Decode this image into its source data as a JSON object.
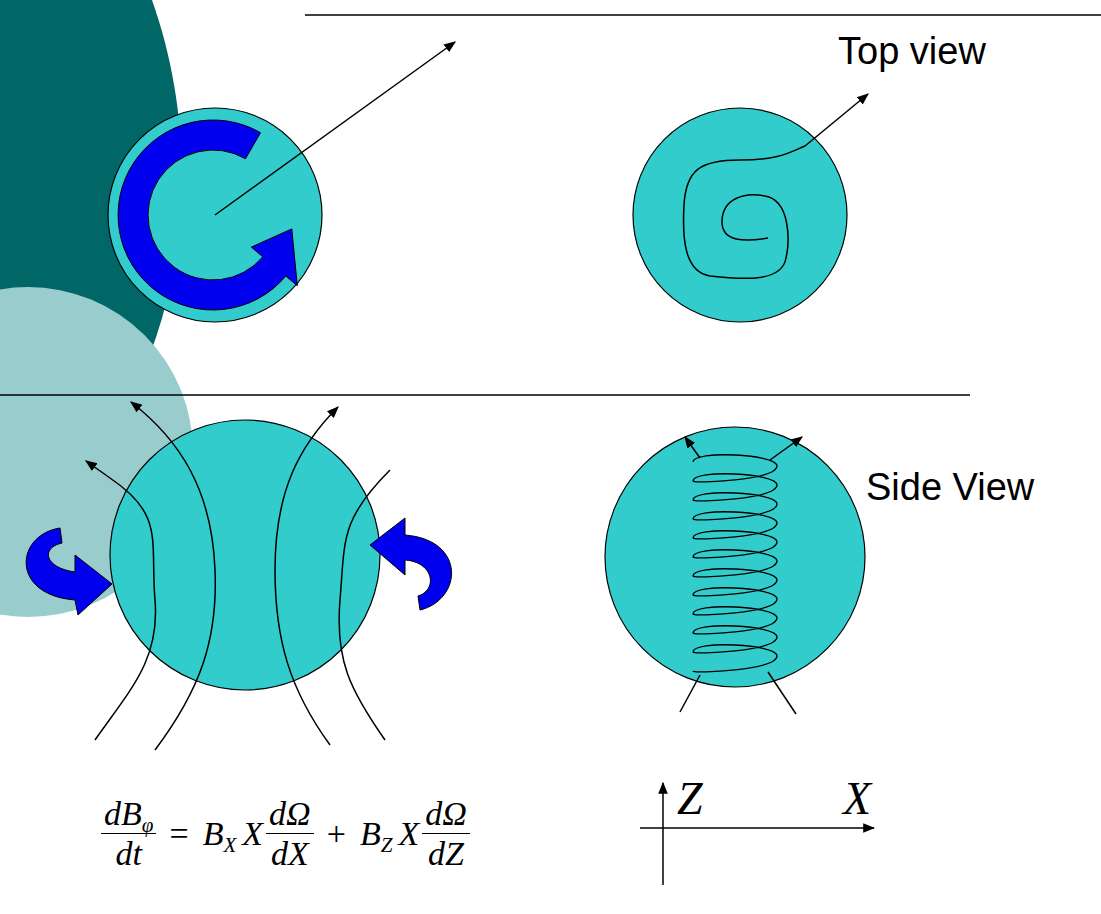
{
  "diagram": {
    "labels": [
      "Top view",
      "Side View",
      "dB",
      "φ",
      "dt",
      "=",
      "B",
      "X",
      "X",
      "dΩ",
      "dX",
      "+",
      "B",
      "Z",
      "X",
      "dΩ",
      "dZ",
      "Z",
      "X"
    ]
  }
}
